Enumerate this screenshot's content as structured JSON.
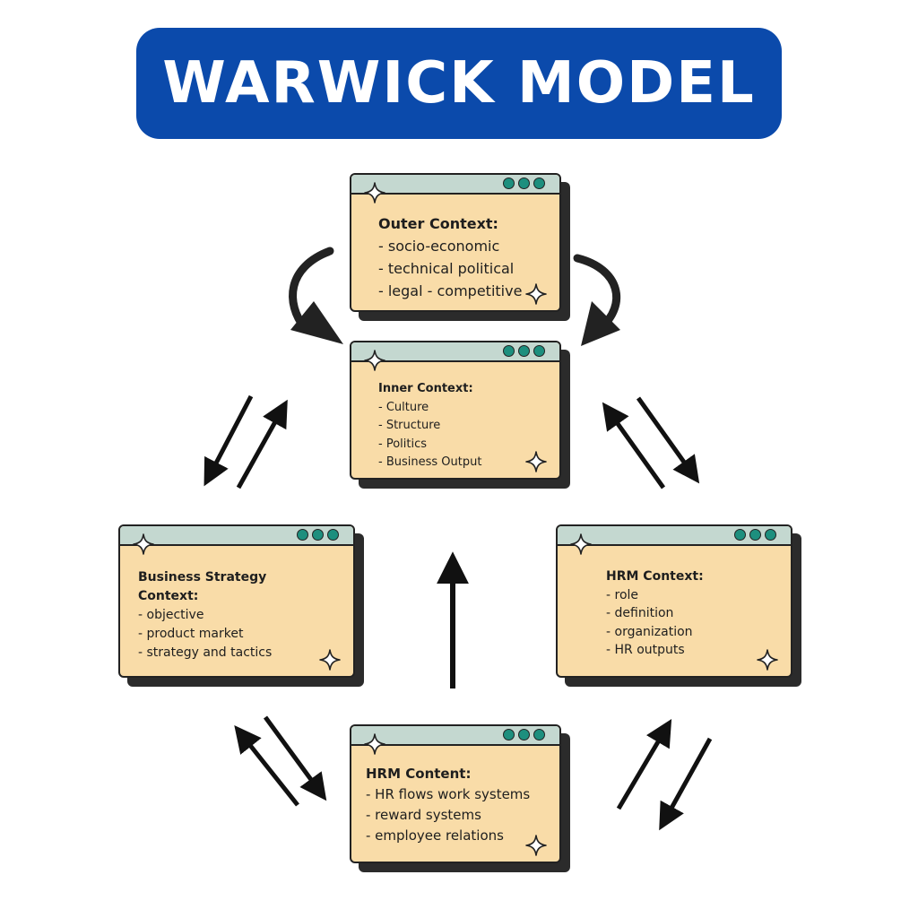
{
  "title": "WARWICK MODEL",
  "colors": {
    "banner": "#0b4aab",
    "box_fill": "#f9dca8",
    "titlebar": "#c4d8d0",
    "dot": "#1d8f7e",
    "shadow": "#2b2b2b",
    "arrow": "#111111"
  },
  "boxes": {
    "outer": {
      "heading": "Outer Context:",
      "items": [
        "- socio-economic",
        "- technical political",
        "- legal - competitive"
      ]
    },
    "inner": {
      "heading": "Inner Context:",
      "items": [
        "- Culture",
        "- Structure",
        "- Politics",
        "- Business Output"
      ]
    },
    "strategy": {
      "heading_1": "Business Strategy",
      "heading_2": "Context:",
      "items": [
        "- objective",
        "- product market",
        "- strategy and tactics"
      ]
    },
    "hrm_context": {
      "heading": "HRM Context:",
      "items": [
        "- role",
        "- definition",
        "- organization",
        "- HR outputs"
      ]
    },
    "hrm_content": {
      "heading": "HRM Content:",
      "items": [
        "- HR flows work systems",
        "- reward systems",
        "- employee relations"
      ]
    }
  }
}
